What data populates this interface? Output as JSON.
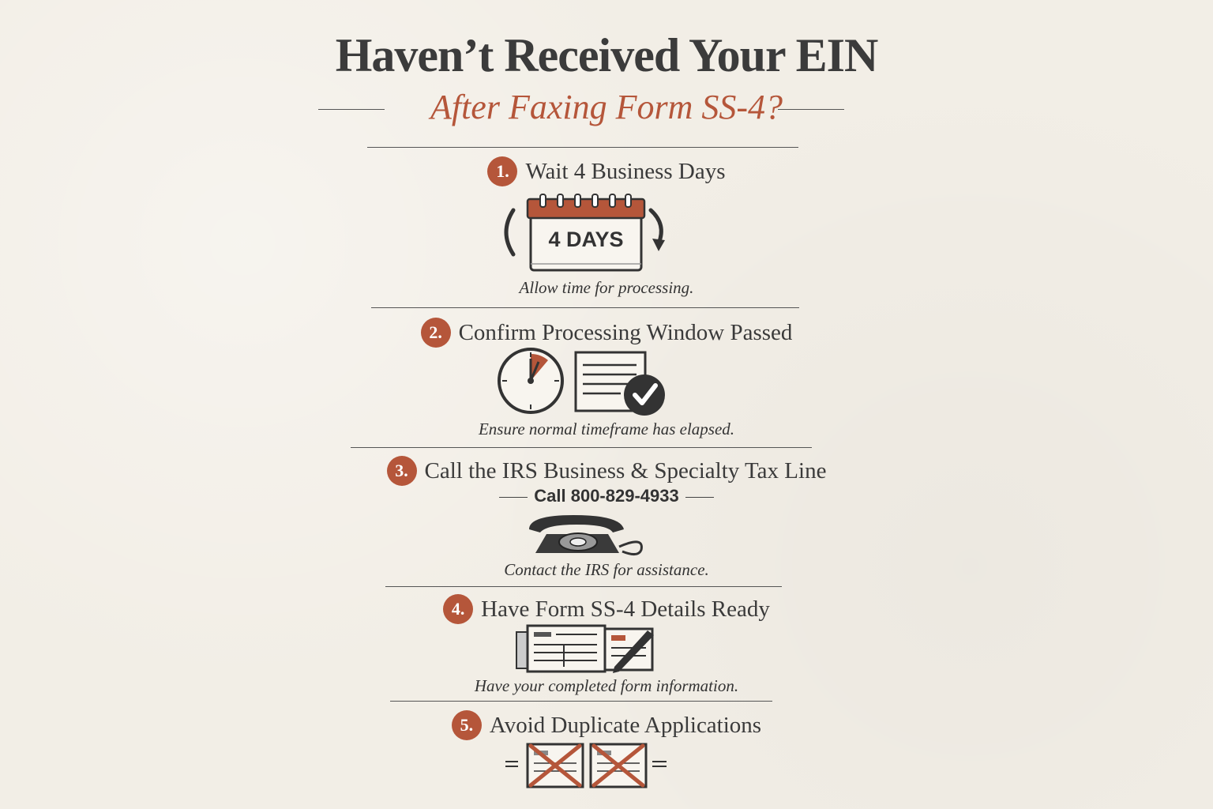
{
  "header": {
    "title": "Haven’t Received Your EIN",
    "subtitle": "After Faxing Form SS-4?"
  },
  "steps": [
    {
      "number": "1.",
      "title": "Wait 4 Business Days",
      "caption": "Allow time for processing.",
      "icon_label": "4 DAYS",
      "icon": "calendar-icon"
    },
    {
      "number": "2.",
      "title": "Confirm Processing Window Passed",
      "caption": "Ensure normal timeframe has elapsed.",
      "icon": "clock-and-checked-document-icon"
    },
    {
      "number": "3.",
      "title": "Call the IRS Business & Specialty Tax Line",
      "phone": "Call 800-829-4933",
      "caption": "Contact the IRS for assistance.",
      "icon": "rotary-phone-icon"
    },
    {
      "number": "4.",
      "title": "Have Form SS-4 Details Ready",
      "caption": "Have your completed form information.",
      "icon": "forms-with-pen-icon"
    },
    {
      "number": "5.",
      "title": "Avoid Duplicate Applications",
      "icon": "crossed-out-forms-icon"
    }
  ],
  "colors": {
    "accent": "#b5563a",
    "text": "#333333",
    "background": "#f2eee6"
  }
}
